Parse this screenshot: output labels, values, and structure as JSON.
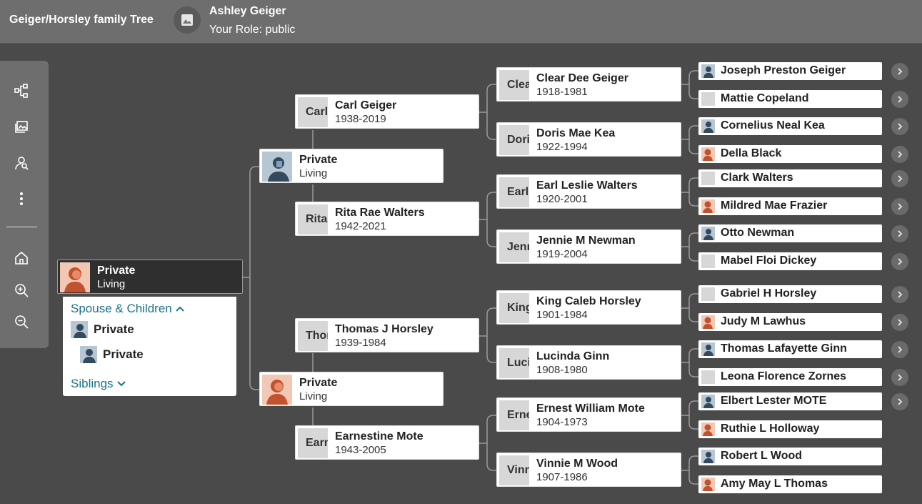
{
  "header": {
    "tree_title": "Geiger/Horsley family Tree",
    "user_name": "Ashley Geiger",
    "user_role": "Your Role: public"
  },
  "toolbar": {
    "icons": [
      "tree-view-icon",
      "media-gallery-icon",
      "person-search-icon",
      "more-options-icon",
      "home-icon",
      "zoom-in-icon",
      "zoom-out-icon"
    ]
  },
  "focus": {
    "name": "Private",
    "dates": "Living",
    "gender": "female"
  },
  "popup": {
    "spouse_children_label": "Spouse & Children",
    "spouse": "Private",
    "child": "Private",
    "siblings_label": "Siblings"
  },
  "parents": [
    {
      "name": "Private",
      "dates": "Living",
      "gender": "male"
    },
    {
      "name": "Private",
      "dates": "Living",
      "gender": "female"
    }
  ],
  "grandparents": [
    {
      "thumb": "Carl",
      "name": "Carl Geiger",
      "dates": "1938-2019"
    },
    {
      "thumb": "Rita",
      "name": "Rita Rae Walters",
      "dates": "1942-2021"
    },
    {
      "thumb": "Thor",
      "name": "Thomas J Horsley",
      "dates": "1939-1984"
    },
    {
      "thumb": "Earn",
      "name": "Earnestine Mote",
      "dates": "1943-2005"
    }
  ],
  "great_grandparents": [
    {
      "thumb": "Clea",
      "name": "Clear Dee Geiger",
      "dates": "1918-1981"
    },
    {
      "thumb": "Dori",
      "name": "Doris Mae Kea",
      "dates": "1922-1994"
    },
    {
      "thumb": "Earl",
      "name": "Earl Leslie Walters",
      "dates": "1920-2001"
    },
    {
      "thumb": "Jenn",
      "name": "Jennie M Newman",
      "dates": "1919-2004"
    },
    {
      "thumb": "King",
      "name": "King Caleb Horsley",
      "dates": "1901-1984"
    },
    {
      "thumb": "Luci",
      "name": "Lucinda Ginn",
      "dates": "1908-1980"
    },
    {
      "thumb": "Erne",
      "name": "Ernest William Mote",
      "dates": "1904-1973"
    },
    {
      "thumb": "Vinn",
      "name": "Vinnie M Wood",
      "dates": "1907-1986"
    }
  ],
  "gen5": [
    {
      "name": "Joseph Preston Geiger",
      "thumb": "male",
      "arrow": true
    },
    {
      "name": "Mattie Copeland",
      "thumb": "photo",
      "arrow": true
    },
    {
      "name": "Cornelius Neal Kea",
      "thumb": "male",
      "arrow": true
    },
    {
      "name": "Della Black",
      "thumb": "female",
      "arrow": true
    },
    {
      "name": "Clark Walters",
      "thumb": "photo",
      "arrow": true
    },
    {
      "name": "Mildred Mae Frazier",
      "thumb": "female",
      "arrow": true
    },
    {
      "name": "Otto Newman",
      "thumb": "male",
      "arrow": true
    },
    {
      "name": "Mabel Floi Dickey",
      "thumb": "photo",
      "arrow": true
    },
    {
      "name": "Gabriel H Horsley",
      "thumb": "photo",
      "arrow": true
    },
    {
      "name": "Judy M Lawhus",
      "thumb": "female",
      "arrow": true
    },
    {
      "name": "Thomas Lafayette Ginn",
      "thumb": "male",
      "arrow": true
    },
    {
      "name": "Leona Florence Zornes",
      "thumb": "photo",
      "arrow": true
    },
    {
      "name": "Elbert Lester MOTE",
      "thumb": "male",
      "arrow": true
    },
    {
      "name": "Ruthie L Holloway",
      "thumb": "female",
      "arrow": false
    },
    {
      "name": "Robert L Wood",
      "thumb": "male",
      "arrow": false
    },
    {
      "name": "Amy May L Thomas",
      "thumb": "female",
      "arrow": false
    }
  ]
}
